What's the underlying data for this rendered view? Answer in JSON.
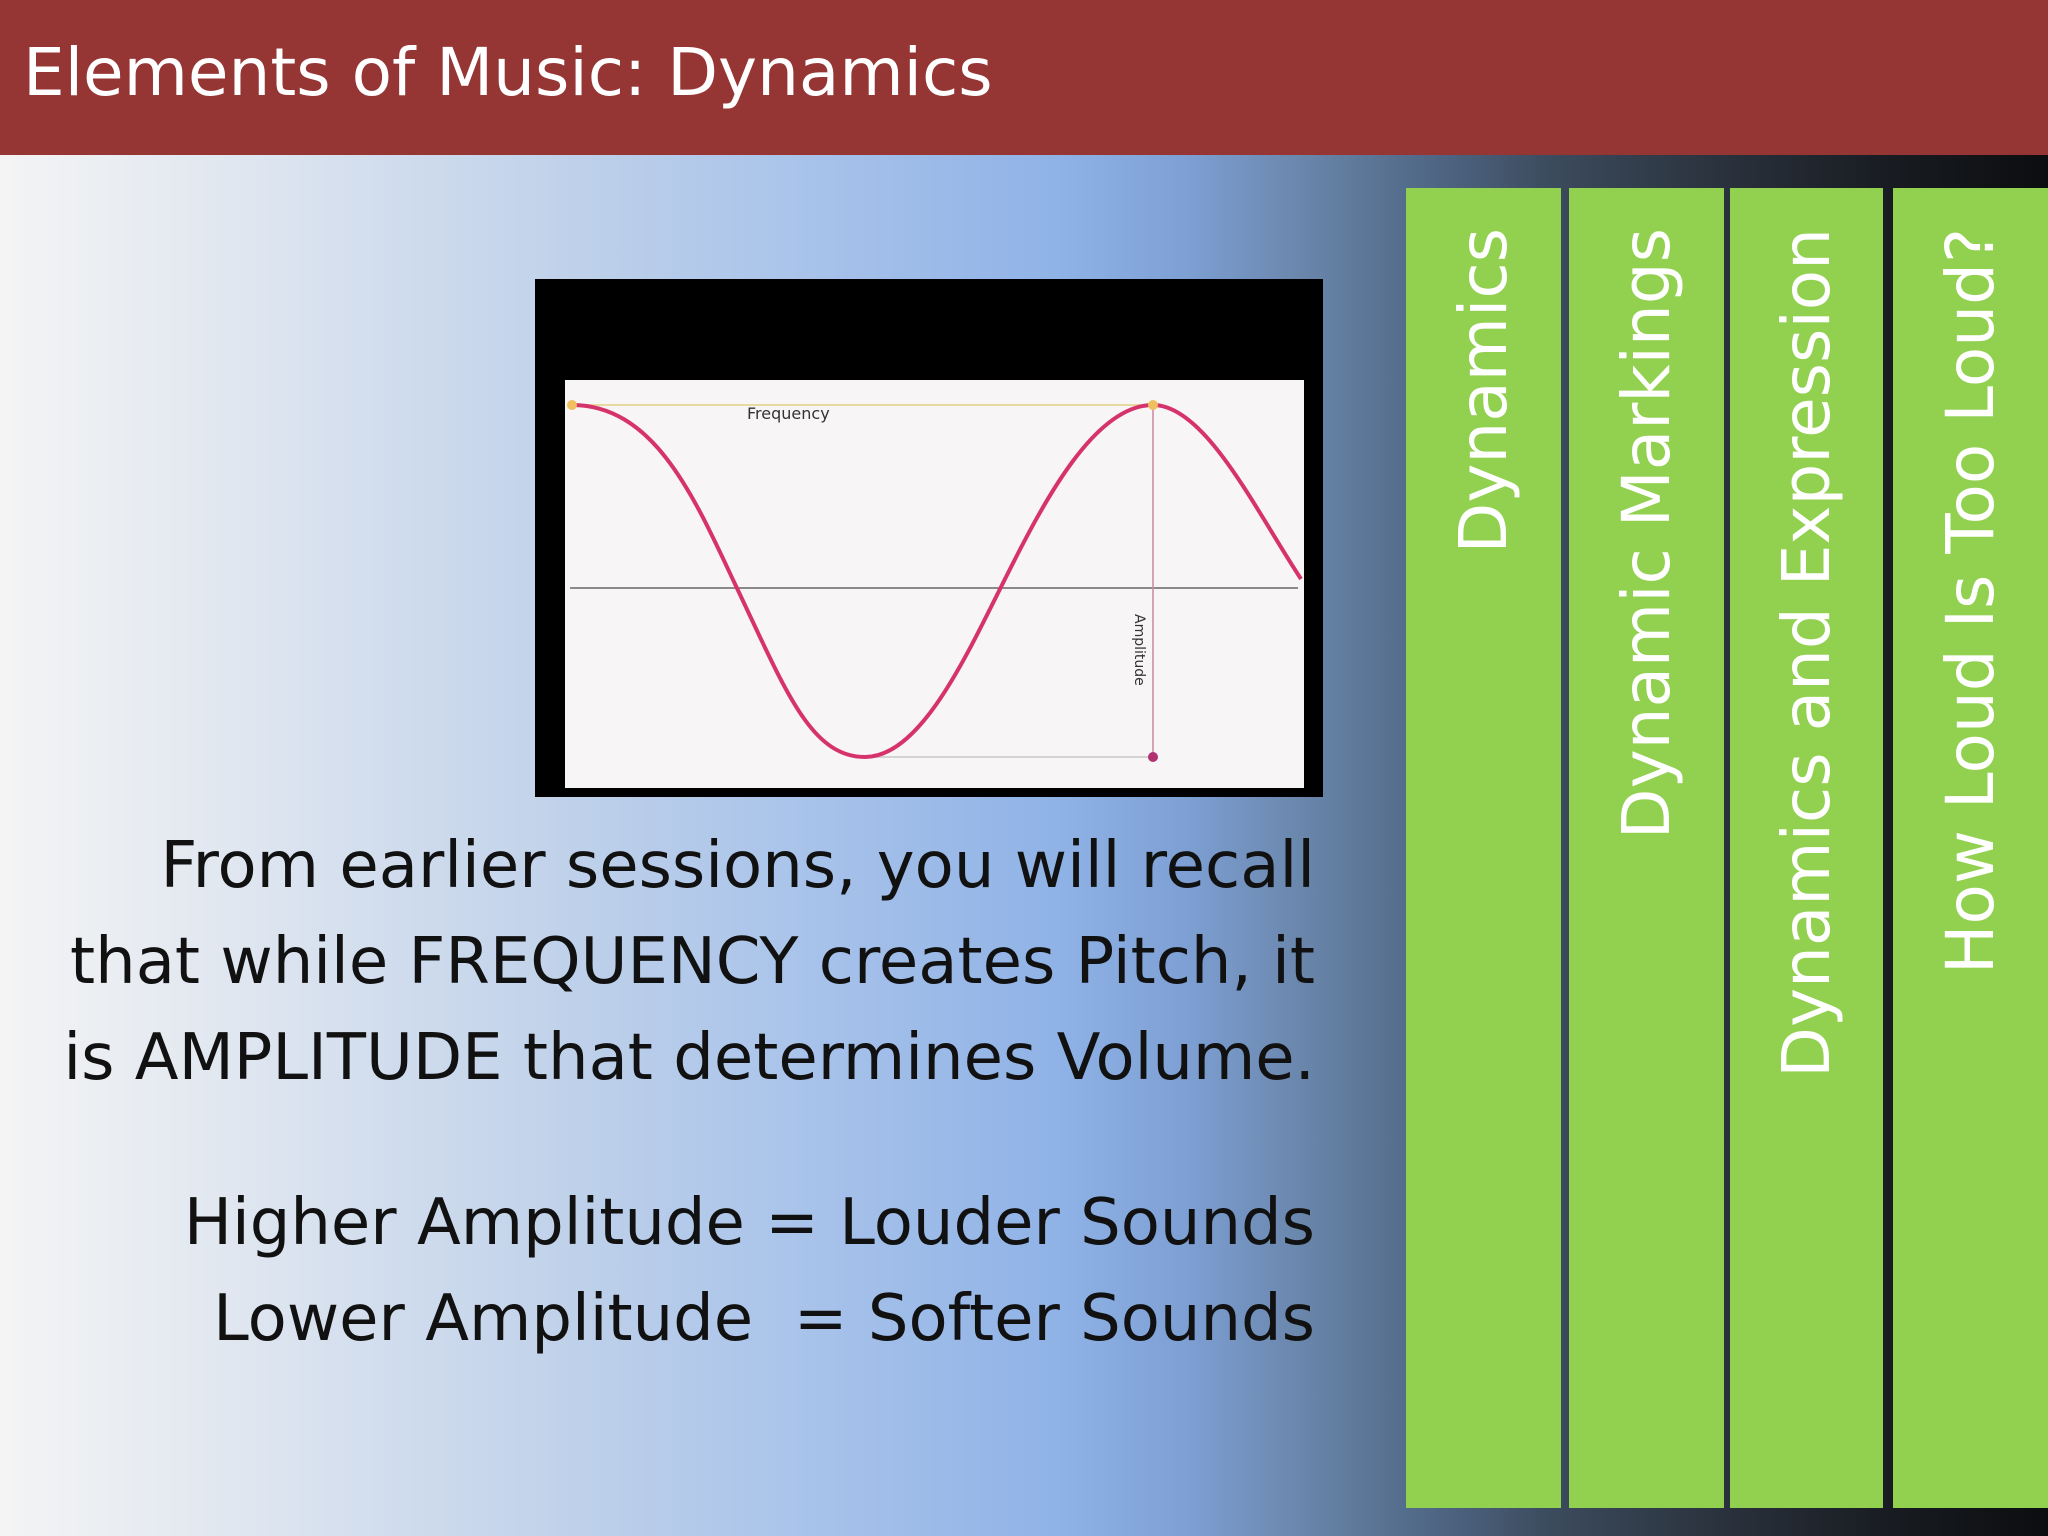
{
  "slide": {
    "title": "Elements of Music: Dynamics"
  },
  "image": {
    "frequency_label": "Frequency",
    "amplitude_label": "Amplitude"
  },
  "body": {
    "paragraph_lines": [
      "From earlier sessions, you will recall",
      "that while FREQUENCY creates Pitch, it",
      "is AMPLITUDE that determines Volume."
    ],
    "comparison_lines": [
      "Higher Amplitude = Louder Sounds",
      "Lower Amplitude  = Softer Sounds"
    ]
  },
  "tabs": [
    {
      "label": "Dynamics"
    },
    {
      "label": "Dynamic Markings"
    },
    {
      "label": "Dynamics and Expression"
    },
    {
      "label": "How Loud Is Too Loud?"
    }
  ],
  "colors": {
    "title_bar": "#953534",
    "tab_green": "#92d050",
    "wave": "#d6336c"
  }
}
